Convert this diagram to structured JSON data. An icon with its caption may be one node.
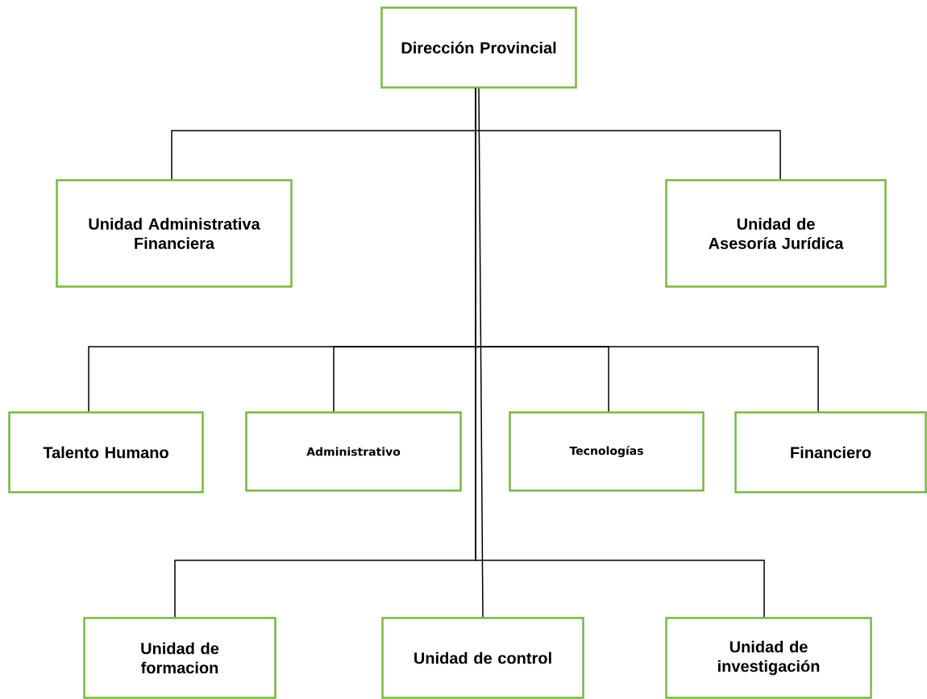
{
  "diagram": {
    "nodes": [
      {
        "text": [
          "Dirección Provincial"
        ]
      },
      {
        "text": [
          "Unidad Administrativa Financiera"
        ]
      },
      {
        "text": [
          "Unidad de Asesoría Jurídica"
        ]
      },
      {
        "text": [
          "Talento Humano"
        ]
      },
      {
        "text": [
          "Administrativo"
        ]
      },
      {
        "text": [
          "Tecnologías"
        ]
      },
      {
        "text": [
          "Financiero"
        ]
      },
      {
        "text": [
          "Unidad de formacion"
        ]
      },
      {
        "text": [
          "Unidad de control"
        ]
      },
      {
        "text": [
          "Unidad de investigación"
        ]
      }
    ],
    "edges": [
      {
        "from": 0,
        "to": 1,
        "arrow": "none"
      },
      {
        "from": 0,
        "to": 2,
        "arrow": "none"
      },
      {
        "from": 0,
        "to": 3,
        "arrow": "none"
      },
      {
        "from": 0,
        "to": 4,
        "arrow": "none"
      },
      {
        "from": 0,
        "to": 5,
        "arrow": "none"
      },
      {
        "from": 0,
        "to": 6,
        "arrow": "none"
      },
      {
        "from": 0,
        "to": 7,
        "arrow": "none"
      },
      {
        "from": 0,
        "to": 8,
        "arrow": "none"
      },
      {
        "from": 0,
        "to": 9,
        "arrow": "none"
      }
    ]
  }
}
